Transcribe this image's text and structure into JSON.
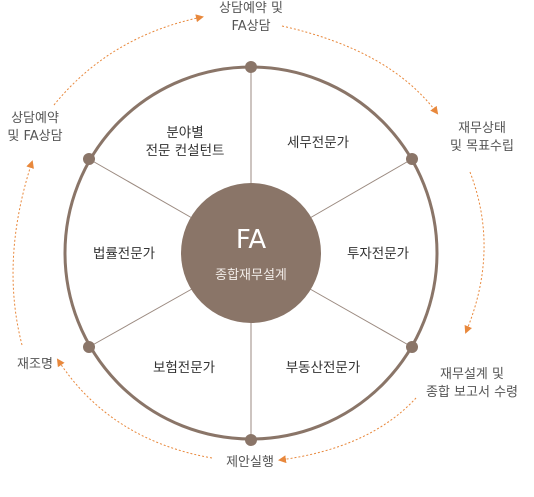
{
  "colors": {
    "ring": "#8a7568",
    "dot": "#8a7568",
    "center_fill": "#8a7568",
    "spoke": "#9b8a80",
    "arrow": "#e8883c"
  },
  "center": {
    "title": "FA",
    "subtitle": "종합재무설계"
  },
  "segments": [
    {
      "label": "세무전문가"
    },
    {
      "label": "투자전문가"
    },
    {
      "label": "부동산전문가"
    },
    {
      "label": "보험전문가"
    },
    {
      "label": "법률전문가"
    },
    {
      "label": "분야별\n전문 컨설턴트"
    }
  ],
  "process_steps": [
    {
      "label": "상담예약 및\nFA상담"
    },
    {
      "label": "재무상태\n및 목표수립"
    },
    {
      "label": "재무설계 및\n종합 보고서 수령"
    },
    {
      "label": "제안실행"
    },
    {
      "label": "재조명"
    },
    {
      "label": "상담예약\n및 FA상담"
    }
  ]
}
